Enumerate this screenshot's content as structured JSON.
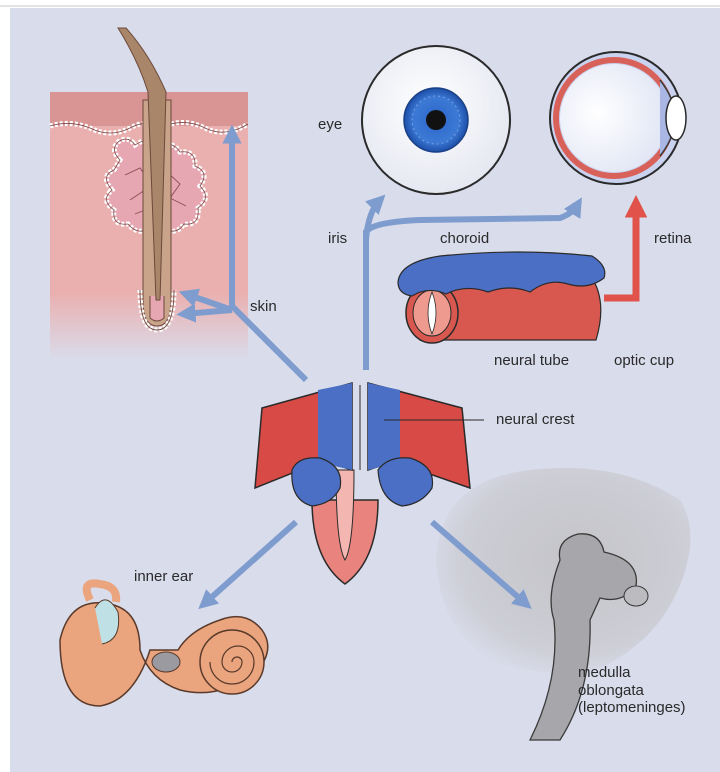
{
  "labels": {
    "eye": "eye",
    "iris": "iris",
    "choroid": "choroid",
    "retina": "retina",
    "skin": "skin",
    "neural_tube": "neural tube",
    "optic_cup": "optic cup",
    "neural_crest": "neural crest",
    "inner_ear": "inner ear",
    "medulla_line1": "medulla",
    "medulla_line2": "oblongata",
    "medulla_line3": "(leptomeninges)"
  },
  "colors": {
    "background": "#d9dceb",
    "arrow_blue": "#7f9ccf",
    "arrow_red": "#e0524a",
    "crest_red": "#d84a45",
    "crest_blue": "#4a6fc4",
    "skin_pink": "#e9a6a6",
    "ear_orange": "#e9a880",
    "brain_grey": "#a7a7ab"
  }
}
